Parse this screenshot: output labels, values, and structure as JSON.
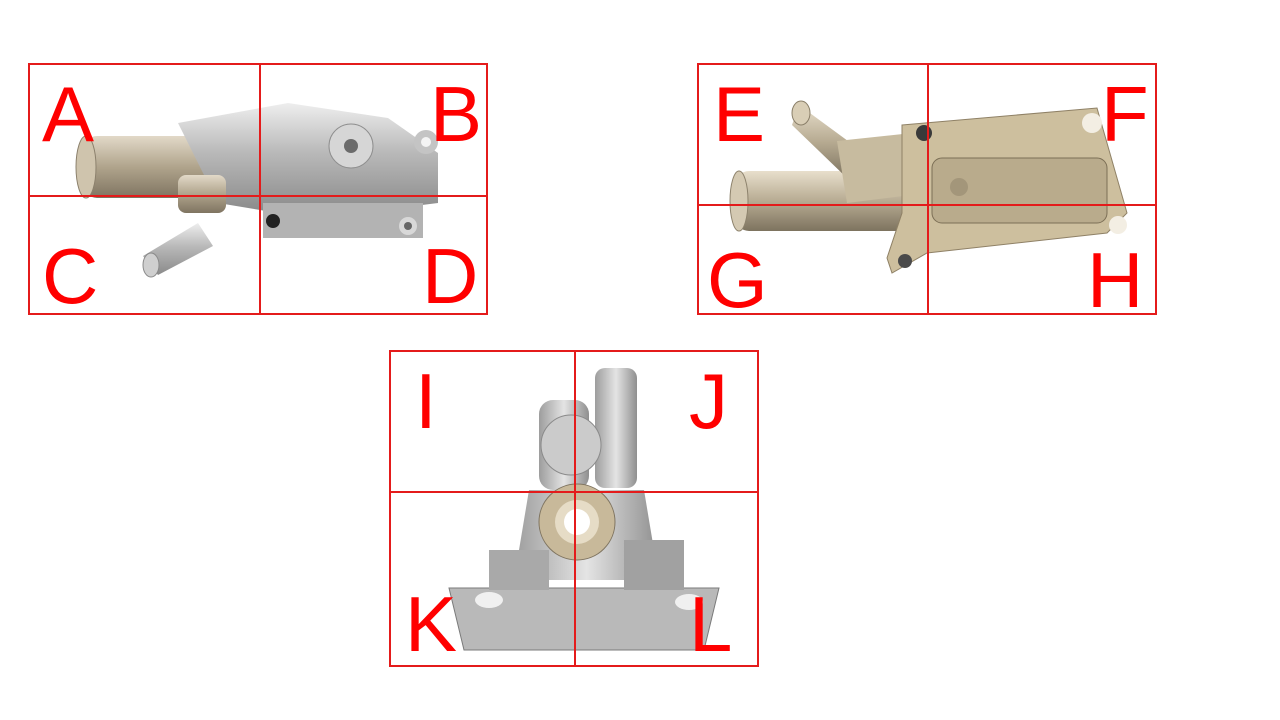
{
  "colors": {
    "grid": "#e41b1b",
    "label": "#ff0000",
    "metal": "#c9c9c9"
  },
  "views": [
    {
      "labels": [
        "A",
        "B",
        "C",
        "D"
      ]
    },
    {
      "labels": [
        "E",
        "F",
        "G",
        "H"
      ]
    },
    {
      "labels": [
        "I",
        "J",
        "K",
        "L"
      ]
    }
  ]
}
